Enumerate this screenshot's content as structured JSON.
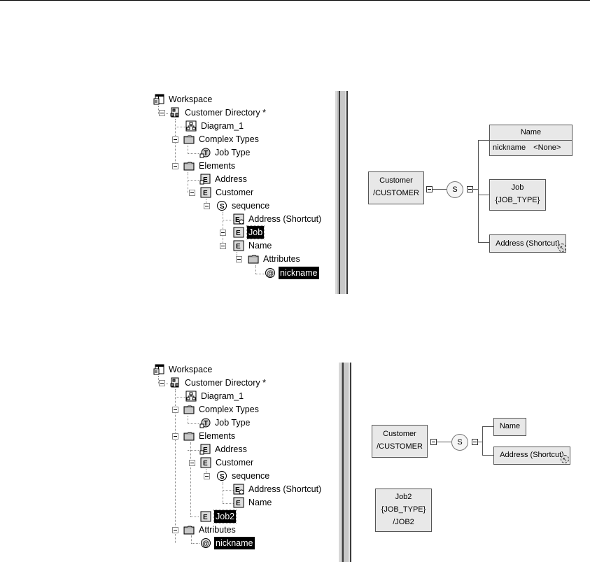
{
  "panels": [
    {
      "tree": [
        {
          "label": "Workspace",
          "icon": "workspace-icon"
        },
        {
          "label": "Customer Directory *",
          "icon": "model-icon"
        },
        {
          "label": "Diagram_1",
          "icon": "diagram-icon"
        },
        {
          "label": "Complex Types",
          "icon": "folder-icon"
        },
        {
          "label": "Job Type",
          "icon": "complex-type-shortcut-icon"
        },
        {
          "label": "Elements",
          "icon": "folder-icon"
        },
        {
          "label": "Address",
          "icon": "element-shortcut-icon"
        },
        {
          "label": "Customer",
          "icon": "element-icon"
        },
        {
          "label": "sequence",
          "icon": "sequence-icon"
        },
        {
          "label": "Address (Shortcut)",
          "icon": "element-shortcut-icon"
        },
        {
          "label": "Job",
          "icon": "element-icon",
          "state": "focused"
        },
        {
          "label": "Name",
          "icon": "element-icon"
        },
        {
          "label": "Attributes",
          "icon": "folder-icon"
        },
        {
          "label": "nickname",
          "icon": "attribute-icon",
          "state": "selected"
        }
      ],
      "diagram": {
        "customer": {
          "title": "Customer",
          "code": "/CUSTOMER"
        },
        "sequence_label": "S",
        "name": {
          "title": "Name",
          "attr_name": "nickname",
          "attr_type": "<None>"
        },
        "job": {
          "title": "Job",
          "type": "{JOB_TYPE}"
        },
        "address": {
          "title": "Address (Shortcut)"
        }
      }
    },
    {
      "tree": [
        {
          "label": "Workspace",
          "icon": "workspace-icon"
        },
        {
          "label": "Customer Directory *",
          "icon": "model-icon"
        },
        {
          "label": "Diagram_1",
          "icon": "diagram-icon"
        },
        {
          "label": "Complex Types",
          "icon": "folder-icon"
        },
        {
          "label": "Job Type",
          "icon": "complex-type-shortcut-icon"
        },
        {
          "label": "Elements",
          "icon": "folder-icon"
        },
        {
          "label": "Address",
          "icon": "element-shortcut-icon"
        },
        {
          "label": "Customer",
          "icon": "element-icon"
        },
        {
          "label": "sequence",
          "icon": "sequence-icon"
        },
        {
          "label": "Address (Shortcut)",
          "icon": "element-shortcut-icon"
        },
        {
          "label": "Name",
          "icon": "element-icon"
        },
        {
          "label": "Job2",
          "icon": "element-icon",
          "state": "focused"
        },
        {
          "label": "Attributes",
          "icon": "folder-icon"
        },
        {
          "label": "nickname",
          "icon": "attribute-icon",
          "state": "selected"
        }
      ],
      "diagram": {
        "customer": {
          "title": "Customer",
          "code": "/CUSTOMER"
        },
        "sequence_label": "S",
        "name": {
          "title": "Name"
        },
        "address": {
          "title": "Address (Shortcut)"
        },
        "job2": {
          "title": "Job2",
          "type": "{JOB_TYPE}",
          "code": "/JOB2"
        }
      }
    }
  ]
}
